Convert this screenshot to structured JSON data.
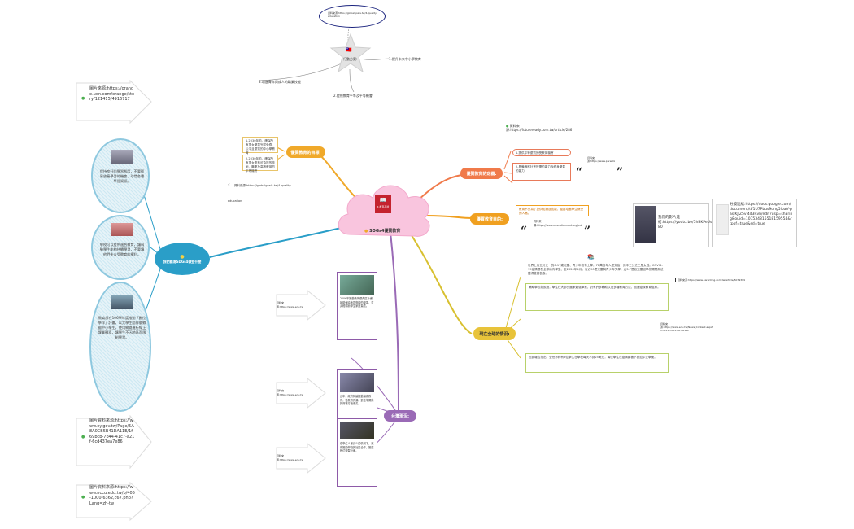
{
  "central": {
    "title": "SDGs4優質教育",
    "icon_caption": "4 教育品質"
  },
  "top": {
    "url_note": "資料來源:https://globalgoals.tw/4-quality-education",
    "star_label": "行動方案:",
    "actions": [
      "1.提升未來中小學教育",
      "2.提供教育平等及平等機會",
      "3.增進青年與成人的職業技能"
    ]
  },
  "goal": {
    "label": "優質教育的目標:",
    "notes": [
      "1.2030年前，確保所有男女學童完成免費、公平且優質的中小學教育",
      "2.2030年前，確保所有男女享有可負擔的技術、職業及高等教育的平等機會"
    ],
    "source": "資料來源:https://globalgoals.tw/4-quality-education"
  },
  "definition": {
    "label": "優質教育的定義:",
    "link": "資料來源:https://futureready.com.tw/article/286",
    "items": [
      "1.提供平等優質的受教育機會",
      "2.具備適應社會所需的能力及終身學習的能力"
    ],
    "quote_note": "資料來源:https://www.parenting.com.tw/article/5079389"
  },
  "purpose": {
    "label": "優質教育目的:",
    "note": "教育不只為了提供知識及技能，還要培養學生健全的人格。",
    "quote_note": "資料來源:https://www.educationnext.org/publication/2020/03/article/5079389"
  },
  "video": {
    "label": "我們的影片連結:https://youtu.be/5hBKPeUs-80"
  },
  "doc": {
    "label": "分鏡連結:https://docs.google.com/document/d/1U7Pbus9ung5ibaV-pasJKJlZ5vl4d3Rvb/edit?usp=sharing&ouid=107534815518159554&rtpof=true&sd=true"
  },
  "global": {
    "label": "現在全球的情況:",
    "text1": "世界上有五分之一的6-17歲兒童、青少年沒有上學，72萬名年人是文盲，其中三分之二是女性。COVID-19疫情爆發全球約有學生、至2020年4月，有近90億兒童與青少年失學，近3.7億名兒童因學校關閉無法獲得營養餐食。",
    "text2": "輔助學校與設施，學生在大部分國家勉強畢業，仍有許多輔助以及多種教育方法，加速疫後教育復原。",
    "text3": "但據報告指出，全世界約有8億學生在學校每天不到25美元，每位學生在疫情影響下被迫中止學業。",
    "src1": "資料來源:https://www.parenting.com.tw/article/5079389",
    "src2": "資料來源:https://www.edu.tw/News_Content.aspx?n=0217161130F0B192"
  },
  "taiwan": {
    "label": "台灣現況:",
    "text1": "2006年推動教育優先區計畫，補助偏遠地區學校的學習，並減輕弱勢學生家庭負擔。",
    "text2": "近年，政府持續推動偏鄉教育，從教育資源、數位學習與師資等方面改善。",
    "text3": "在學生人數減少的情況下，政府推動學校與社區合作，推廣數位學習計畫。",
    "src1": "資料來源:https://www.edu.tw",
    "src2": "資料來源:https://www.edu.tw",
    "src3": "資料來源:https://www.edu.tw"
  },
  "ways": {
    "label": "我們能為SDGs4做些什麼",
    "circles": [
      "保持良好的學習態度，不要輕易放棄學習的機會，珍惜各種學習資源。",
      "學校可以提供適合教育，讓弱勢學生能夠持續學習，不要讓他們失去受教育的權利。",
      "教育部在106學年度推動「數位學伴」計畫，以大學生陪伴偏鄉國中小學生，使用網路進行線上課業輔導，讓學生不因地區而限制學習。"
    ],
    "sources": [
      "圖片來源:https://orange.udn.com/orange/story/121415/4916717",
      "圖片資料來源:https://www.ey.gov.tw/Page/5A8A0CB5B41DA11E/1f69bcb-7b44-41c7-a21f-6cd437ea7e86",
      "圖片資料來源:https://www.nccu.edu.tw/p/405-1000-6362,c67.php?Lang=zh-tw"
    ]
  },
  "colors": {
    "central": "#f7b8d8",
    "goal": "#f0a92a",
    "definition": "#f07a4a",
    "purpose": "#f0a020",
    "global": "#e8c33a",
    "ways": "#2a9ec8",
    "taiwan": "#9a6ab6"
  }
}
